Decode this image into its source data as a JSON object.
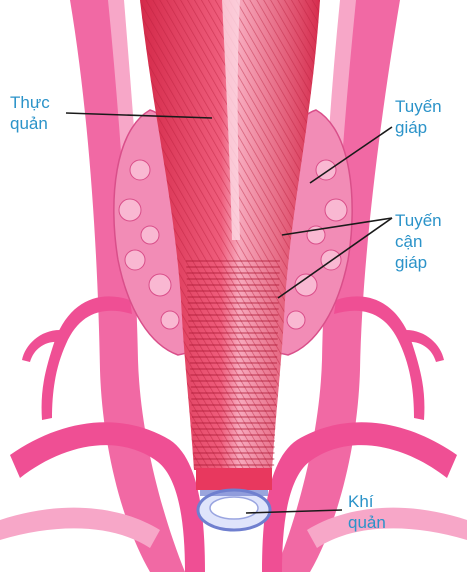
{
  "labels": {
    "esophagus": "Thực\nquản",
    "thyroid": "Tuyến\ngiáp",
    "parathyroid": "Tuyến\ncận\ngiáp",
    "trachea": "Khí\nquản"
  },
  "colors": {
    "label_text": "#2b93c9",
    "leader_line": "#1a1a1a",
    "vessel": "#ef4f94",
    "vessel_light": "#f7a7c8",
    "muscle": "#e8385e",
    "muscle_dark": "#c7233f",
    "gland": "#f28cb6",
    "trachea_ring": "#6f7fcf"
  }
}
